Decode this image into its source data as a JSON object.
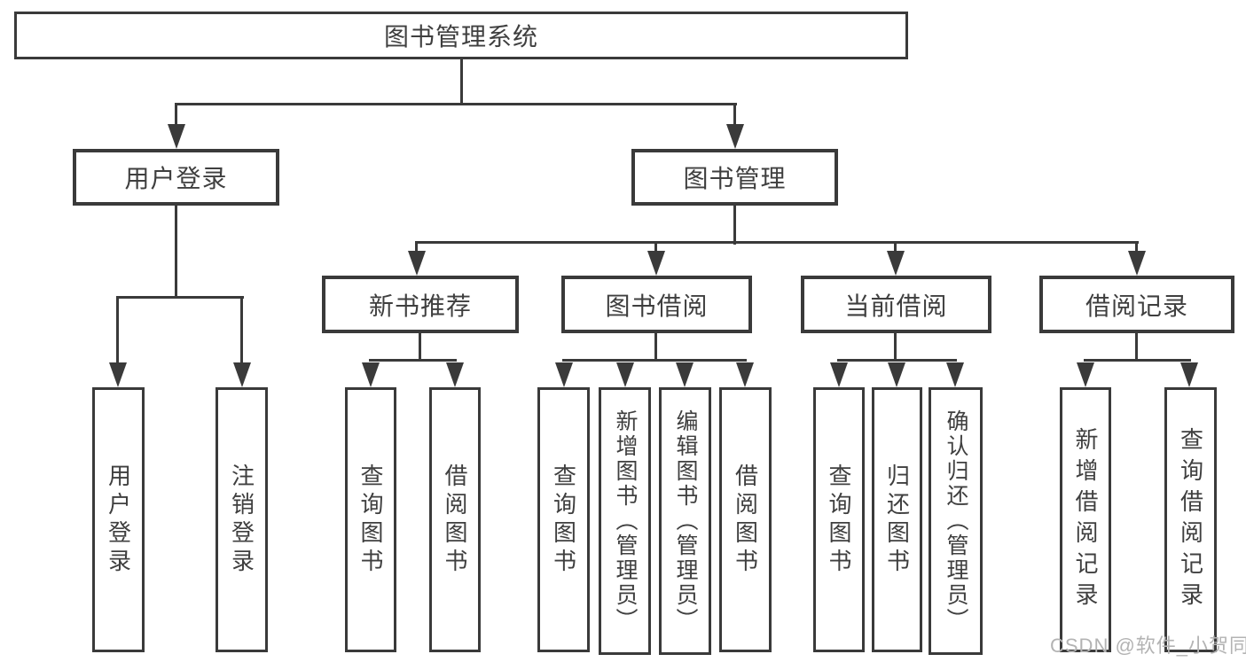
{
  "tree": {
    "root": {
      "label": "图书管理系统",
      "children": [
        {
          "label": "用户登录",
          "children": [
            {
              "label": "用户登录"
            },
            {
              "label": "注销登录"
            }
          ]
        },
        {
          "label": "图书管理",
          "children": [
            {
              "label": "新书推荐",
              "children": [
                {
                  "label": "查询图书"
                },
                {
                  "label": "借阅图书"
                }
              ]
            },
            {
              "label": "图书借阅",
              "children": [
                {
                  "label": "查询图书"
                },
                {
                  "label": "新增图书（管理员）"
                },
                {
                  "label": "编辑图书（管理员）"
                },
                {
                  "label": "借阅图书"
                }
              ]
            },
            {
              "label": "当前借阅",
              "children": [
                {
                  "label": "查询图书"
                },
                {
                  "label": "归还图书"
                },
                {
                  "label": "确认归还（管理员）"
                }
              ]
            },
            {
              "label": "借阅记录",
              "children": [
                {
                  "label": "新增借阅记录"
                },
                {
                  "label": "查询借阅记录"
                }
              ]
            }
          ]
        }
      ]
    }
  },
  "watermark": {
    "text": "CSDN @软件_小贺同学"
  },
  "colors": {
    "line": "#3a3a3a",
    "text": "#3f3f3f",
    "watermark": "#b3b3b3",
    "background": "#ffffff"
  }
}
